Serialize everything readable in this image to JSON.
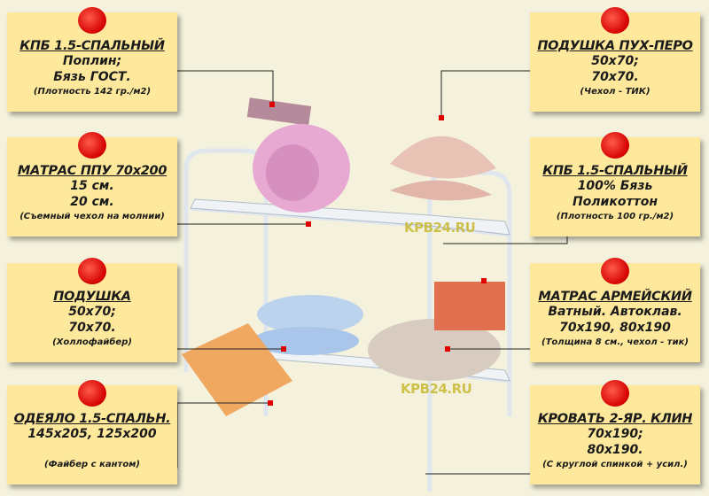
{
  "cards": [
    {
      "title": "КПБ 1.5-СПАЛЬНЫЙ",
      "lines": [
        "Поплин;",
        "Бязь ГОСТ."
      ],
      "note": "(Плотность 142 гр./м2)"
    },
    {
      "title": "МАТРАС ППУ 70x200",
      "lines": [
        "15 см.",
        "20 см."
      ],
      "note": "(Съемный чехол на молнии)"
    },
    {
      "title": "ПОДУШКА",
      "lines": [
        "50x70;",
        "70x70."
      ],
      "note": "(Холлофайбер)"
    },
    {
      "title": "ОДЕЯЛО 1.5-СПАЛЬН.",
      "lines": [
        "145x205, 125x200",
        ""
      ],
      "note": "(Файбер с кантом)"
    },
    {
      "title": "ПОДУШКА ПУХ-ПЕРО",
      "lines": [
        "50x70;",
        "70x70."
      ],
      "note": "(Чехол - ТИК)"
    },
    {
      "title": "КПБ 1.5-СПАЛЬНЫЙ",
      "lines": [
        "100% Бязь",
        "Поликоттон"
      ],
      "note": "(Плотность 100 гр./м2)"
    },
    {
      "title": "МАТРАС АРМЕЙСКИЙ",
      "lines": [
        "Ватный. Автоклав.",
        "70x190, 80x190"
      ],
      "note": "(Толщина 8 см., чехол - тик)"
    },
    {
      "title": "КРОВАТЬ 2-ЯР. КЛИН",
      "lines": [
        "70x190;",
        "80x190."
      ],
      "note": "(С круглой спинкой + усил.)"
    }
  ],
  "watermark": "KPB24.RU",
  "colors": {
    "card": "#fde89c",
    "pin": "#d40000",
    "background": "#f4f2dc"
  }
}
